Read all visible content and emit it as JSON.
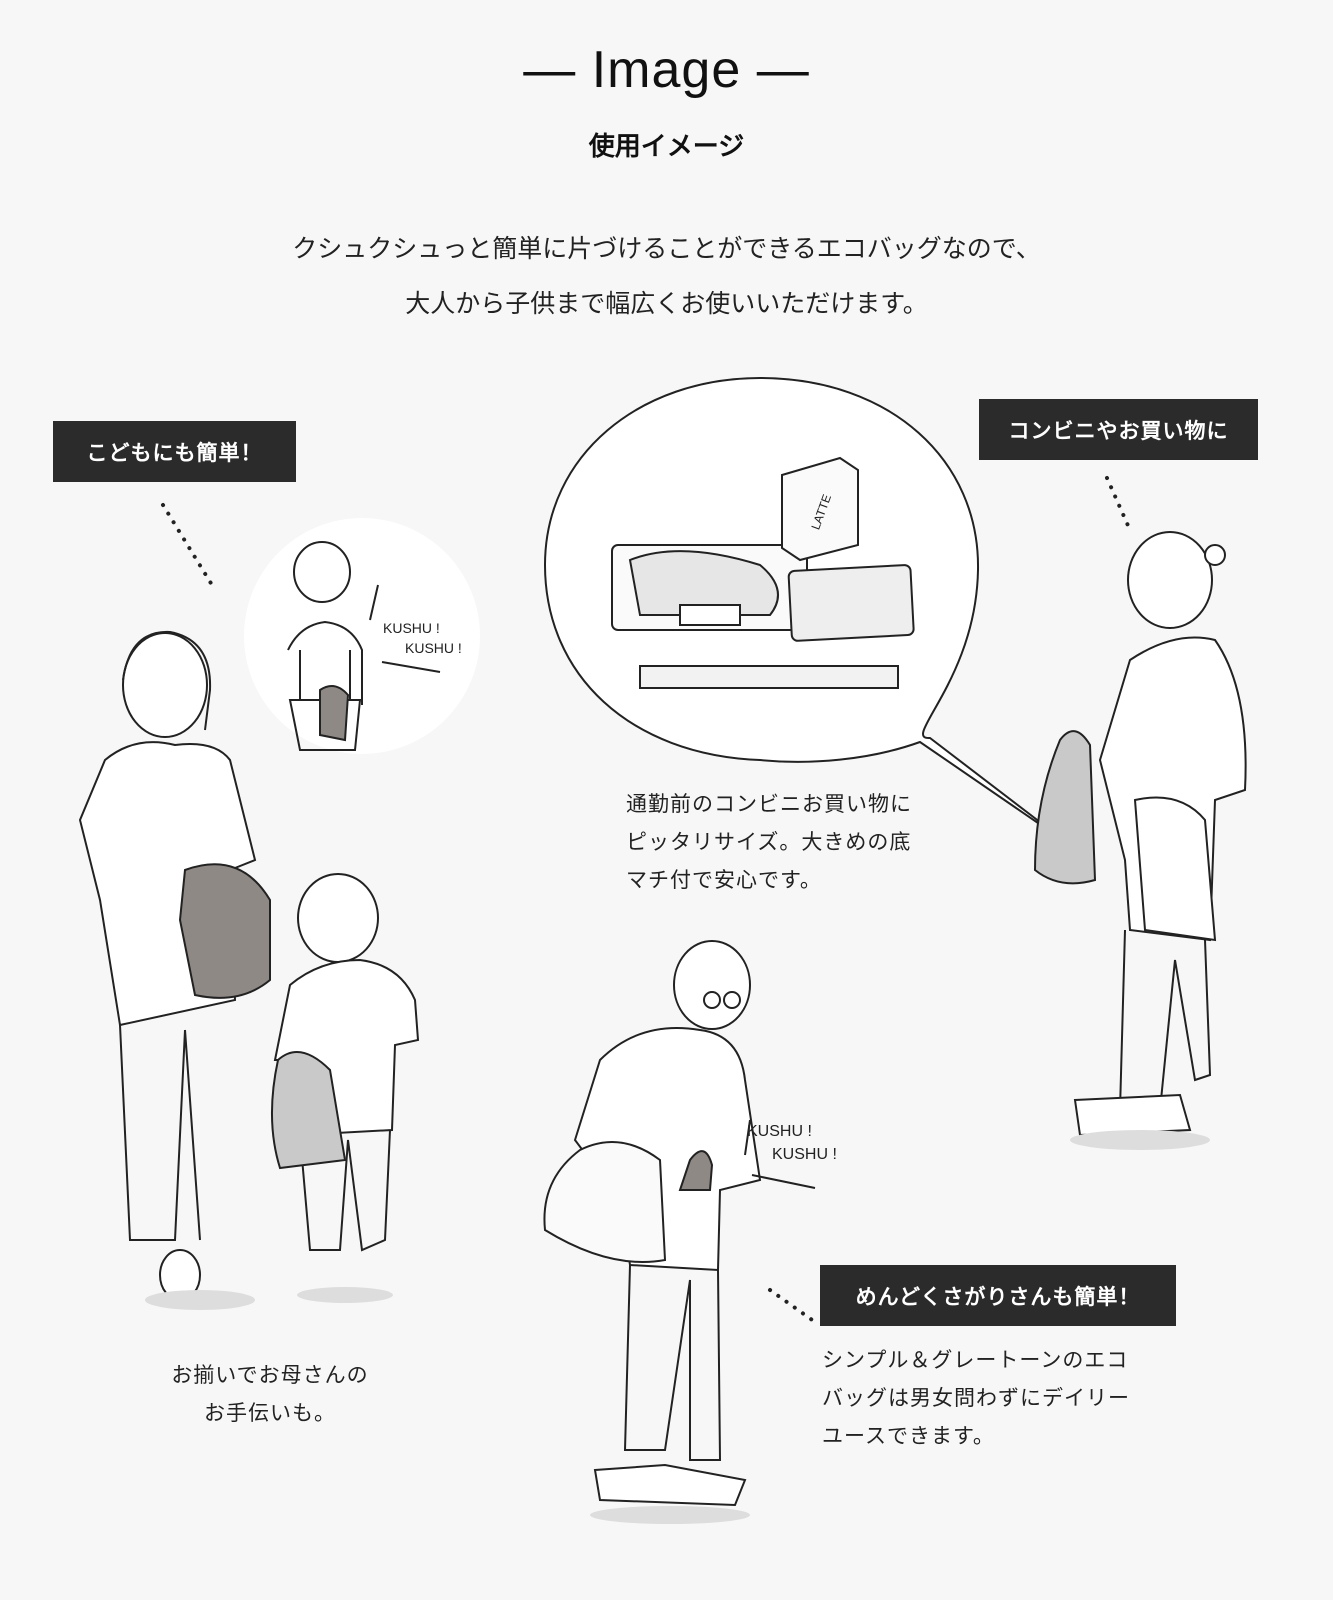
{
  "header": {
    "title": "— Image —",
    "subtitle": "使用イメージ"
  },
  "intro": {
    "line1": "クシュクシュっと簡単に片づけることができるエコバッグなので、",
    "line2": "大人から子供まで幅広くお使いいただけます。"
  },
  "scenes": [
    {
      "label": "こどもにも簡単！",
      "sound": [
        "KUSHU !",
        "KUSHU !"
      ],
      "caption": [
        "お揃いでお母さんの",
        "お手伝いも。"
      ]
    },
    {
      "label": "コンビニやお買い物に",
      "bubble_item": "LATTE",
      "caption": [
        "通勤前のコンビニお買い物に",
        "ピッタリサイズ。大きめの底",
        "マチ付で安心です。"
      ]
    },
    {
      "label": "めんどくさがりさんも簡単！",
      "sound": [
        "KUSHU !",
        "KUSHU !"
      ],
      "caption": [
        "シンプル＆グレートーンのエコ",
        "バッグは男女問わずにデイリー",
        "ユースできます。"
      ]
    }
  ],
  "colors": {
    "background": "#f7f7f7",
    "label_bg": "#2b2b2b",
    "bag_dark": "#8f8985",
    "bag_light": "#c9c9c9"
  }
}
